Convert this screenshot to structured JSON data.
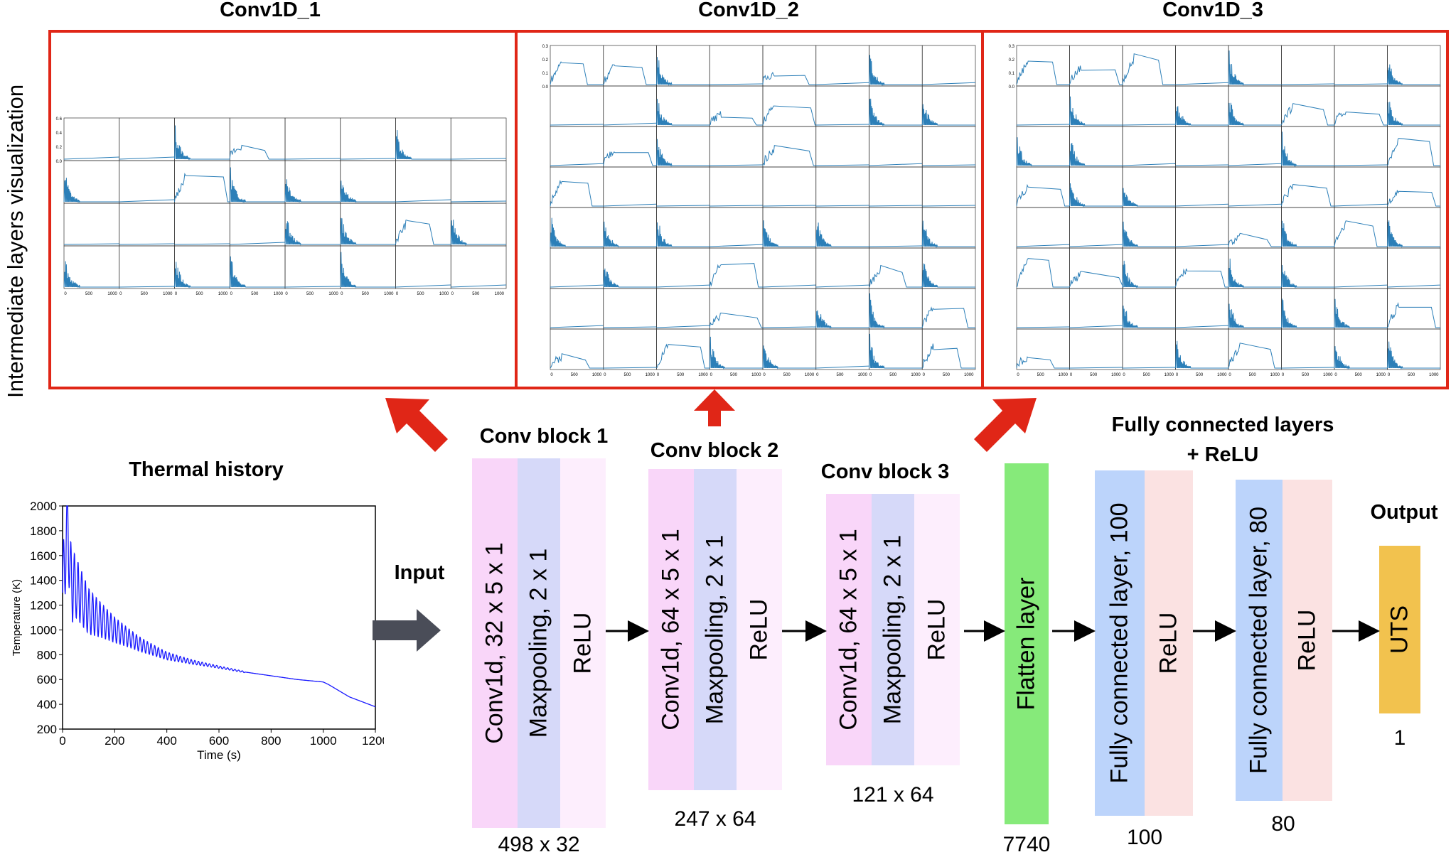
{
  "side_title": "Intermediate layers visualization",
  "panels": [
    {
      "title": "Conv1D_1",
      "rows": 4,
      "cols": 8,
      "y_ticks": [
        "0.6",
        "0.4",
        "0.2",
        "0.0"
      ],
      "x_ticks": [
        "0",
        "500",
        "1000"
      ]
    },
    {
      "title": "Conv1D_2",
      "rows": 8,
      "cols": 8,
      "y_ticks": [
        "0.3",
        "0.2",
        "0.1",
        "0.0"
      ],
      "x_ticks": [
        "0",
        "500",
        "1000"
      ]
    },
    {
      "title": "Conv1D_3",
      "rows": 8,
      "cols": 8,
      "y_ticks": [
        "0.3",
        "0.2",
        "0.1",
        "0.0"
      ],
      "x_ticks": [
        "0",
        "500",
        "1000"
      ]
    }
  ],
  "thermal": {
    "title": "Thermal history",
    "chart_data": {
      "type": "line",
      "xlabel": "Time (s)",
      "ylabel": "Temperature (K)",
      "xlim": [
        0,
        1200
      ],
      "ylim": [
        200,
        2000
      ],
      "x_ticks": [
        "0",
        "200",
        "400",
        "600",
        "800",
        "1000",
        "1200"
      ],
      "y_ticks": [
        "2000",
        "1800",
        "1600",
        "1400",
        "1200",
        "1000",
        "800",
        "600",
        "400",
        "200"
      ],
      "line_color": "#1a1aff",
      "series": [
        {
          "x": [
            0,
            20,
            30,
            50,
            100,
            200,
            300,
            400,
            500,
            600,
            700,
            800,
            900,
            1000,
            1020,
            1100,
            1200
          ],
          "y": [
            1300,
            1900,
            1400,
            1350,
            1150,
            1000,
            880,
            790,
            740,
            700,
            660,
            630,
            600,
            580,
            560,
            460,
            380
          ]
        }
      ]
    }
  },
  "input_label": "Input",
  "blocks": [
    {
      "title": "Conv block 1",
      "layers": [
        "Conv1d, 32 x 5 x 1",
        "Maxpooling, 2 x 1",
        "ReLU"
      ],
      "dims": "498 x 32"
    },
    {
      "title": "Conv block 2",
      "layers": [
        "Conv1d, 64 x 5 x 1",
        "Maxpooling, 2 x 1",
        "ReLU"
      ],
      "dims": "247 x 64"
    },
    {
      "title": "Conv block 3",
      "layers": [
        "Conv1d, 64 x 5 x 1",
        "Maxpooling, 2 x 1",
        "ReLU"
      ],
      "dims": "121 x 64"
    }
  ],
  "flatten": {
    "label": "Flatten layer",
    "dims": "7740"
  },
  "fc_title_line1": "Fully connected layers",
  "fc_title_line2": "+ ReLU",
  "fc_layers": [
    {
      "layer": "Fully connected layer, 100",
      "relu": "ReLU",
      "dims": "100"
    },
    {
      "layer": "Fully connected layer, 80",
      "relu": "ReLU",
      "dims": "80"
    }
  ],
  "output": {
    "title": "Output",
    "label": "UTS",
    "dims": "1"
  },
  "colors": {
    "panel_border": "#e02617",
    "red_arrow": "#e02617",
    "conv": "#f9d6f9",
    "maxpool": "#d6d9f9",
    "relu": "#fdeefd",
    "flatten": "#86ea7a",
    "fc": "#bcd4fb",
    "fc_relu": "#fbe2e2",
    "output": "#f2c24e",
    "grey_arrow": "#4a4d58",
    "signal": "#2c7fb8"
  }
}
